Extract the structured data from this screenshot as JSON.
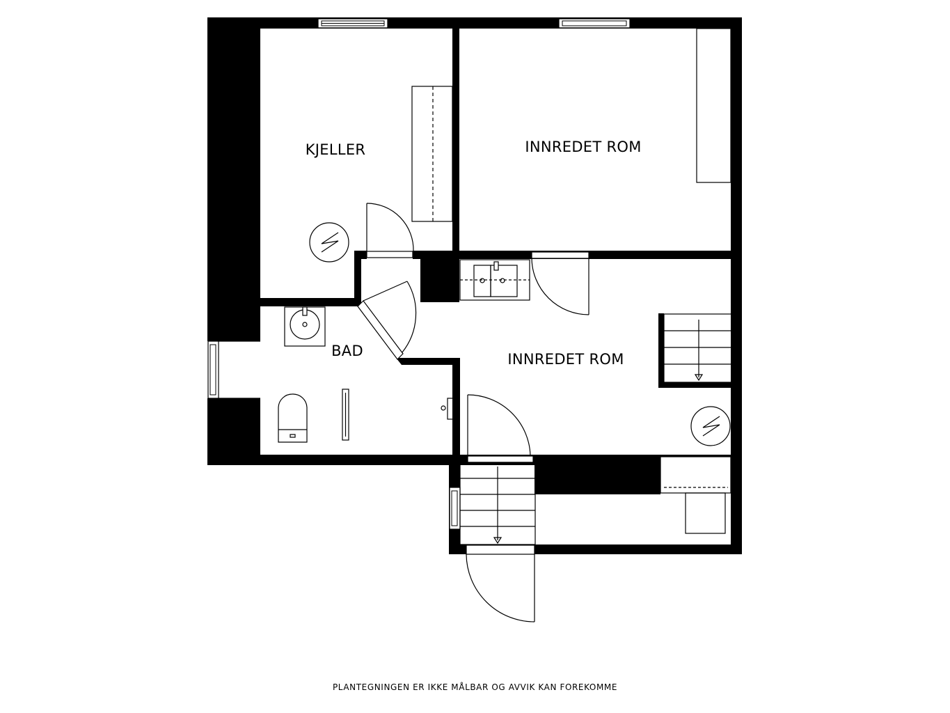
{
  "rooms": {
    "kjeller": "KJELLER",
    "innredet_rom_top": "INNREDET ROM",
    "bad": "BAD",
    "innredet_rom_main": "INNREDET ROM"
  },
  "footer": {
    "disclaimer": "PLANTEGNINGEN ER IKKE MÅLBAR OG AVVIK KAN FOREKOMME"
  },
  "icons": [
    "electrical-panel-icon",
    "sink-icon",
    "toilet-icon",
    "radiator-icon",
    "stairs-icon",
    "door-icon",
    "window-icon"
  ],
  "colors": {
    "wall": "#000000",
    "background": "#ffffff"
  }
}
